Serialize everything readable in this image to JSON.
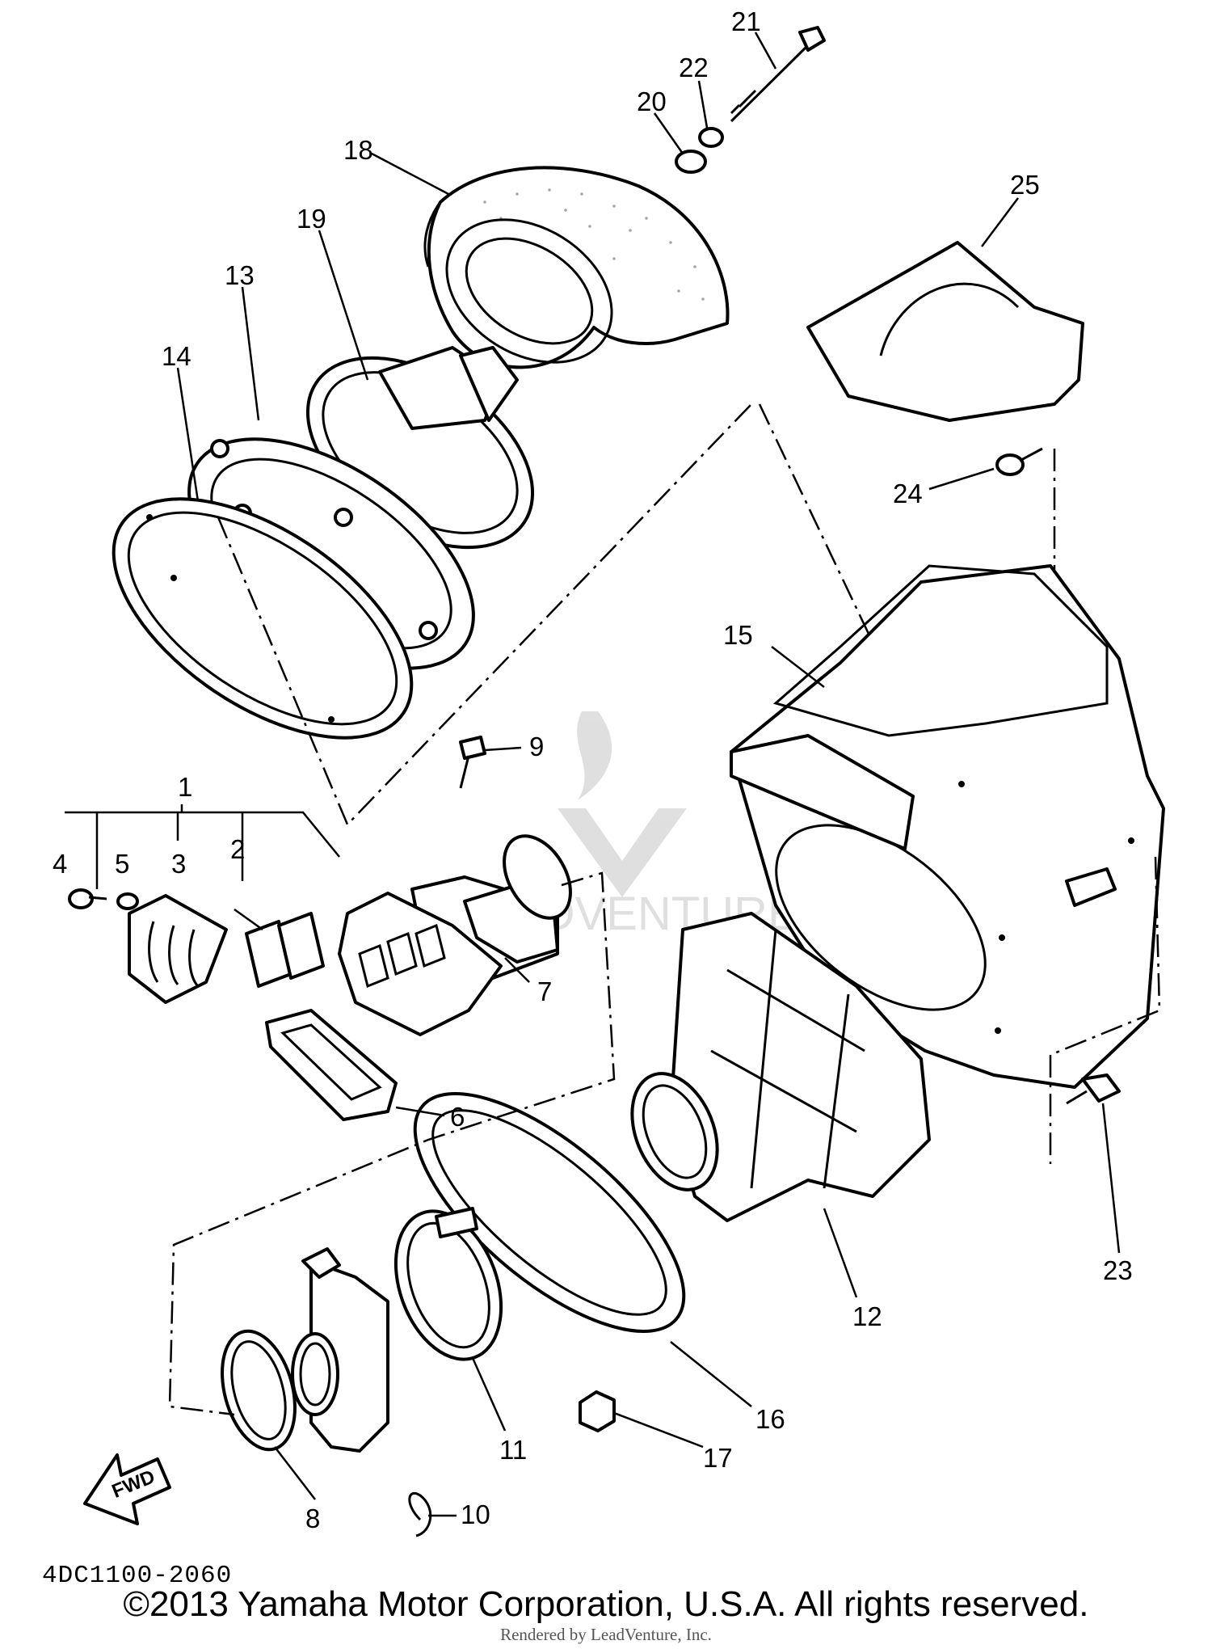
{
  "diagram": {
    "callouts": [
      {
        "id": "1",
        "text": "1"
      },
      {
        "id": "2",
        "text": "2"
      },
      {
        "id": "3",
        "text": "3"
      },
      {
        "id": "4",
        "text": "4"
      },
      {
        "id": "5",
        "text": "5"
      },
      {
        "id": "6",
        "text": "6"
      },
      {
        "id": "7",
        "text": "7"
      },
      {
        "id": "8",
        "text": "8"
      },
      {
        "id": "9",
        "text": "9"
      },
      {
        "id": "10",
        "text": "10"
      },
      {
        "id": "11",
        "text": "11"
      },
      {
        "id": "12",
        "text": "12"
      },
      {
        "id": "13",
        "text": "13"
      },
      {
        "id": "14",
        "text": "14"
      },
      {
        "id": "15",
        "text": "15"
      },
      {
        "id": "16",
        "text": "16"
      },
      {
        "id": "17",
        "text": "17"
      },
      {
        "id": "18",
        "text": "18"
      },
      {
        "id": "19",
        "text": "19"
      },
      {
        "id": "20",
        "text": "20"
      },
      {
        "id": "21",
        "text": "21"
      },
      {
        "id": "22",
        "text": "22"
      },
      {
        "id": "23",
        "text": "23"
      },
      {
        "id": "24",
        "text": "24"
      },
      {
        "id": "25",
        "text": "25"
      }
    ],
    "fwd_label": "FWD"
  },
  "footer": {
    "diagram_code": "4DC1100-2060",
    "copyright": "©2013 Yamaha Motor Corporation, U.S.A. All rights reserved.",
    "watermark": "Rendered by LeadVenture, Inc."
  }
}
